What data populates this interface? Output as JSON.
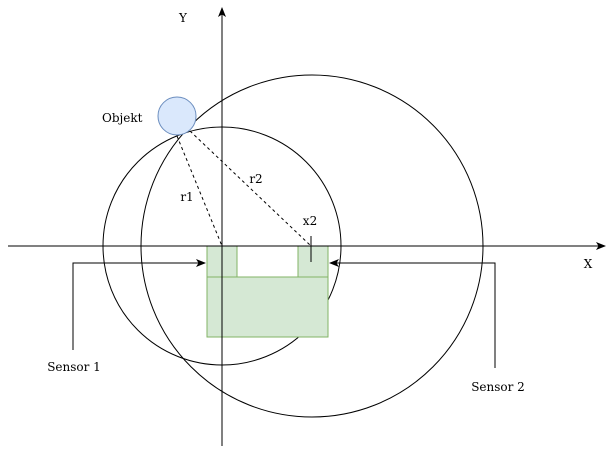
{
  "labels": {
    "y_axis": "Y",
    "x_axis": "X",
    "object": "Objekt",
    "r1": "r1",
    "r2": "r2",
    "x2": "x2",
    "sensor1": "Sensor 1",
    "sensor2": "Sensor 2"
  },
  "colors": {
    "line": "#000000",
    "object_fill": "#dae8fc",
    "object_stroke": "#6c8ebf",
    "block_fill": "#d5e8d4",
    "block_stroke": "#82b366",
    "background": "#ffffff"
  }
}
